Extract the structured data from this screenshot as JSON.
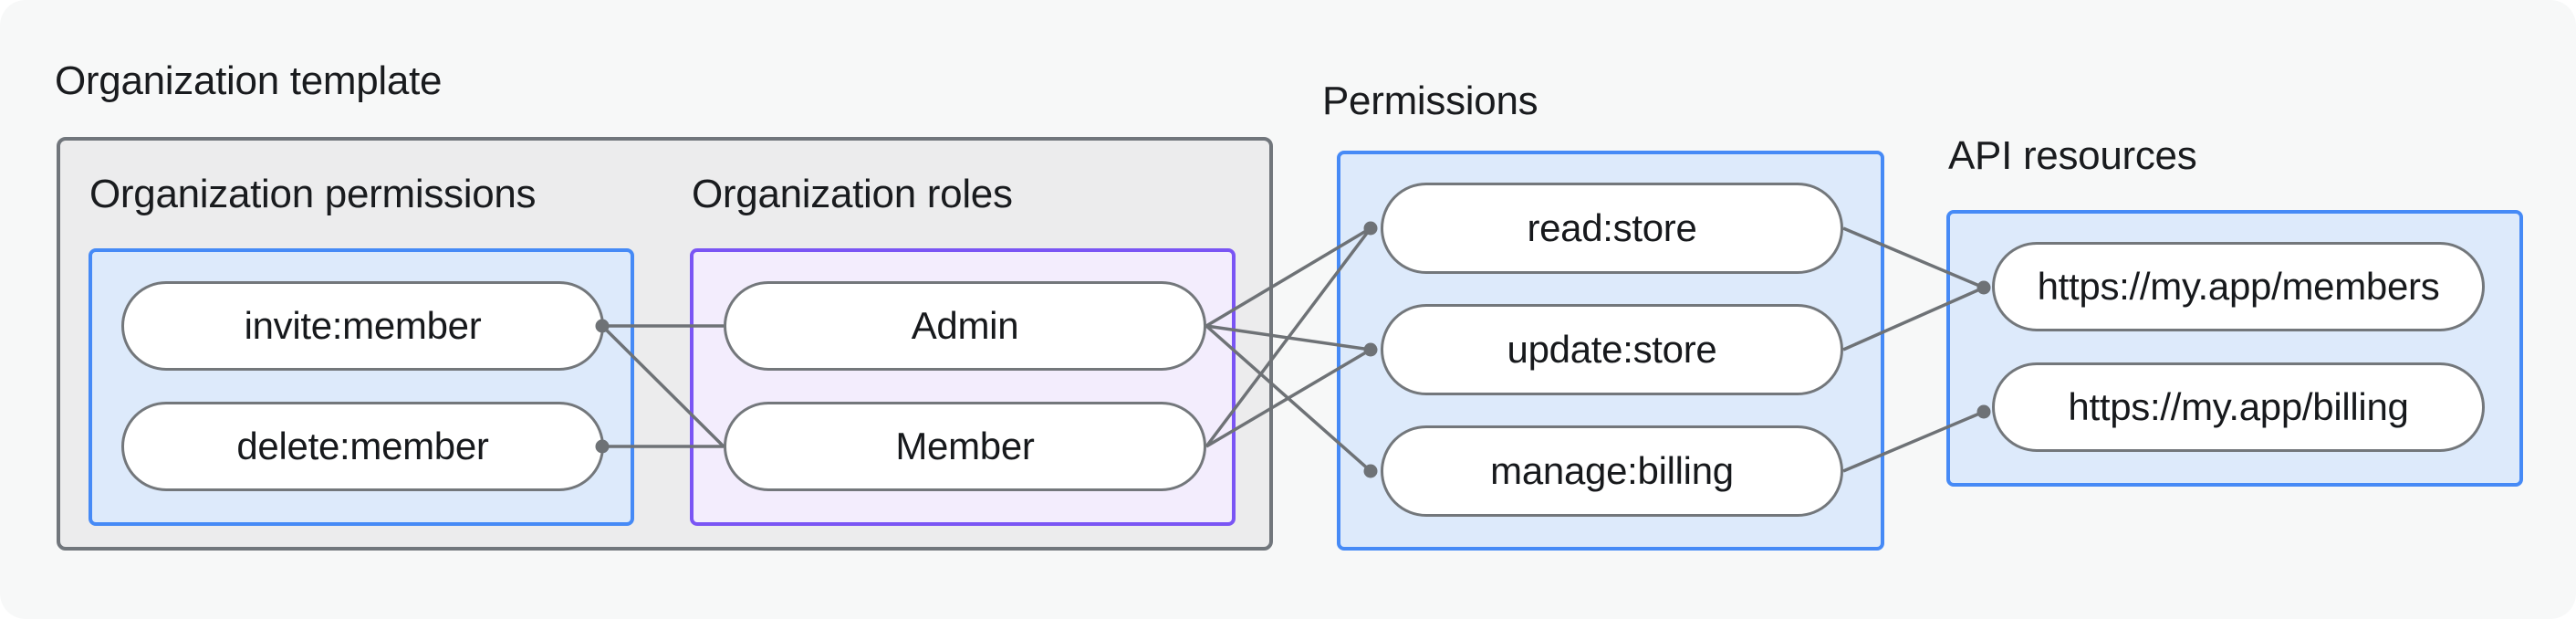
{
  "title": "Organization template",
  "sections": {
    "org_permissions": {
      "label": "Organization permissions",
      "pills": [
        "invite:member",
        "delete:member"
      ]
    },
    "org_roles": {
      "label": "Organization roles",
      "pills": [
        "Admin",
        "Member"
      ]
    },
    "permissions": {
      "label": "Permissions",
      "pills": [
        "read:store",
        "update:store",
        "manage:billing"
      ]
    },
    "api_resources": {
      "label": "API resources",
      "pills": [
        "https://my.app/members",
        "https://my.app/billing"
      ]
    }
  },
  "connections": [
    {
      "from": "invite:member",
      "to": "Admin"
    },
    {
      "from": "invite:member",
      "to": "Member"
    },
    {
      "from": "delete:member",
      "to": "Member"
    },
    {
      "from": "Admin",
      "to": "read:store"
    },
    {
      "from": "Admin",
      "to": "update:store"
    },
    {
      "from": "Admin",
      "to": "manage:billing"
    },
    {
      "from": "Member",
      "to": "read:store"
    },
    {
      "from": "Member",
      "to": "update:store"
    },
    {
      "from": "read:store",
      "to": "https://my.app/members"
    },
    {
      "from": "update:store",
      "to": "https://my.app/members"
    },
    {
      "from": "manage:billing",
      "to": "https://my.app/billing"
    }
  ],
  "colors": {
    "page_background": "#f7f8f8",
    "template_box_fill": "#ececed",
    "template_box_border": "#71767c",
    "blue_box_fill": "#ddeafb",
    "blue_box_border": "#468af6",
    "purple_box_fill": "#f3edfd",
    "purple_box_border": "#7a55f4",
    "pill_border": "#73777b",
    "connector": "#6e7276",
    "text": "#17191c"
  }
}
